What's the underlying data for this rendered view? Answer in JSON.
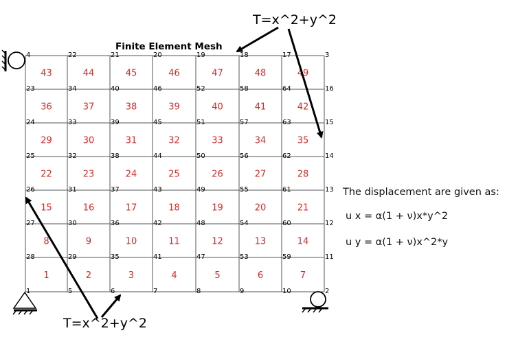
{
  "title": "Finite Element Mesh",
  "top_load_label": "T=x^2+y^2",
  "bottom_load_label": "T=x^2+y^2",
  "displacement": {
    "intro": "The displacement are given as:",
    "ux": "u x = α(1 + ν)x*y^2",
    "uy": "u y = α(1 + ν)x^2*y"
  },
  "colors": {
    "element_label": "#d42a2a",
    "grid": "#555555",
    "arrow": "#000000"
  },
  "mesh": {
    "columns": 7,
    "rows": 7,
    "element_rows": [
      [
        "1",
        "2",
        "3",
        "4",
        "5",
        "6",
        "7"
      ],
      [
        "8",
        "9",
        "10",
        "11",
        "12",
        "13",
        "14"
      ],
      [
        "15",
        "16",
        "17",
        "18",
        "19",
        "20",
        "21"
      ],
      [
        "22",
        "23",
        "24",
        "25",
        "26",
        "27",
        "28"
      ],
      [
        "29",
        "30",
        "31",
        "32",
        "33",
        "34",
        "35"
      ],
      [
        "36",
        "37",
        "38",
        "39",
        "40",
        "41",
        "42"
      ],
      [
        "43",
        "44",
        "45",
        "46",
        "47",
        "48",
        "49"
      ]
    ],
    "node_rows": [
      [
        "1",
        "5",
        "6",
        "7",
        "8",
        "9",
        "10",
        "2"
      ],
      [
        "28",
        "29",
        "35",
        "41",
        "47",
        "53",
        "59",
        "11"
      ],
      [
        "27",
        "30",
        "36",
        "42",
        "48",
        "54",
        "60",
        "12"
      ],
      [
        "26",
        "31",
        "37",
        "43",
        "49",
        "55",
        "61",
        "13"
      ],
      [
        "25",
        "32",
        "38",
        "44",
        "50",
        "56",
        "62",
        "14"
      ],
      [
        "24",
        "33",
        "39",
        "45",
        "51",
        "57",
        "63",
        "15"
      ],
      [
        "23",
        "34",
        "40",
        "46",
        "52",
        "58",
        "64",
        "16"
      ],
      [
        "4",
        "22",
        "21",
        "20",
        "19",
        "18",
        "17",
        "3"
      ]
    ]
  },
  "icons": [
    "pin-support-icon",
    "roller-support-icon",
    "wall-roller-support-icon"
  ]
}
